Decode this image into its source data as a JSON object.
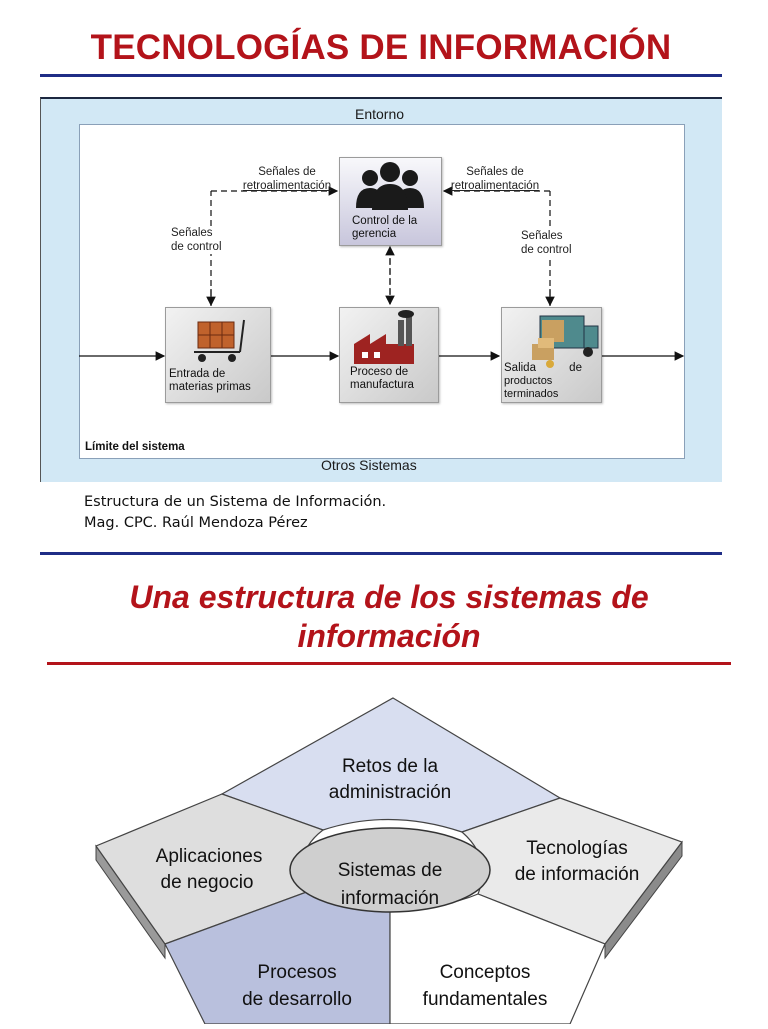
{
  "slide": {
    "title": "TECNOLOGÍAS DE INFORMACIÓN",
    "caption_line1": "Estructura de un Sistema de Información.",
    "caption_line2": "Mag. CPC.  Raúl Mendoza Pérez",
    "section_title_line1": "Una estructura de los sistemas de",
    "section_title_line2": "información"
  },
  "system_figure": {
    "top_label": "Entorno",
    "bottom_label": "Otros Sistemas",
    "boundary_label": "Límite del sistema",
    "feedback_left": [
      "Señales de",
      "retroalimentación"
    ],
    "feedback_right": [
      "Señales de",
      "retroalimentación"
    ],
    "control_left": [
      "Señales",
      "de control"
    ],
    "control_right": [
      "Señales",
      "de control"
    ],
    "nodes": {
      "management": [
        "Control de la",
        "gerencia"
      ],
      "input": [
        "Entrada de",
        "materias primas"
      ],
      "process": [
        "Proceso de",
        "manufactura"
      ],
      "output_salida": "Salida",
      "output_de": "de",
      "output_rest": [
        "productos",
        "terminados"
      ]
    }
  },
  "framework_diagram": {
    "center": [
      "Sistemas de",
      "información"
    ],
    "top": [
      "Retos de la",
      "administración"
    ],
    "left": [
      "Aplicaciones",
      "de negocio"
    ],
    "right": [
      "Tecnologías",
      "de información"
    ],
    "bottom_left": [
      "Procesos",
      "de desarrollo"
    ],
    "bottom_right": [
      "Conceptos",
      "fundamentales"
    ]
  },
  "colors": {
    "title_red": "#b3131a",
    "rule_blue": "#1f2d86",
    "figure_background": "#d2e8f5",
    "top_region": "#d8def0",
    "bottom_left_region": "#b9c0dd"
  }
}
